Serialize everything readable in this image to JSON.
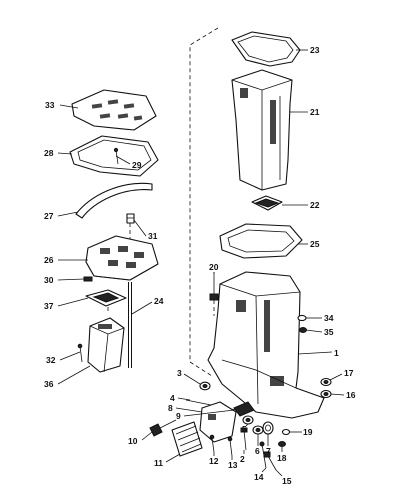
{
  "callouts": [
    {
      "id": "c23",
      "text": "23"
    },
    {
      "id": "c21",
      "text": "21"
    },
    {
      "id": "c33",
      "text": "33"
    },
    {
      "id": "c28",
      "text": "28"
    },
    {
      "id": "c29",
      "text": "29"
    },
    {
      "id": "c27",
      "text": "27"
    },
    {
      "id": "c31",
      "text": "31"
    },
    {
      "id": "c22",
      "text": "22"
    },
    {
      "id": "c25",
      "text": "25"
    },
    {
      "id": "c26",
      "text": "26"
    },
    {
      "id": "c20",
      "text": "20"
    },
    {
      "id": "c30",
      "text": "30"
    },
    {
      "id": "c24",
      "text": "24"
    },
    {
      "id": "c37",
      "text": "37"
    },
    {
      "id": "c34",
      "text": "34"
    },
    {
      "id": "c35",
      "text": "35"
    },
    {
      "id": "c1",
      "text": "1"
    },
    {
      "id": "c32",
      "text": "32"
    },
    {
      "id": "c36",
      "text": "36"
    },
    {
      "id": "c3",
      "text": "3"
    },
    {
      "id": "c17",
      "text": "17"
    },
    {
      "id": "c4",
      "text": "4"
    },
    {
      "id": "c16",
      "text": "16"
    },
    {
      "id": "c8",
      "text": "8"
    },
    {
      "id": "c9",
      "text": "9"
    },
    {
      "id": "c5",
      "text": "5"
    },
    {
      "id": "c6",
      "text": "6"
    },
    {
      "id": "c10",
      "text": "10"
    },
    {
      "id": "c7",
      "text": "7"
    },
    {
      "id": "c19",
      "text": "19"
    },
    {
      "id": "c18",
      "text": "18"
    },
    {
      "id": "c2",
      "text": "2"
    },
    {
      "id": "c11",
      "text": "11"
    },
    {
      "id": "c12",
      "text": "12"
    },
    {
      "id": "c13",
      "text": "13"
    },
    {
      "id": "c14",
      "text": "14"
    },
    {
      "id": "c15",
      "text": "15"
    }
  ]
}
